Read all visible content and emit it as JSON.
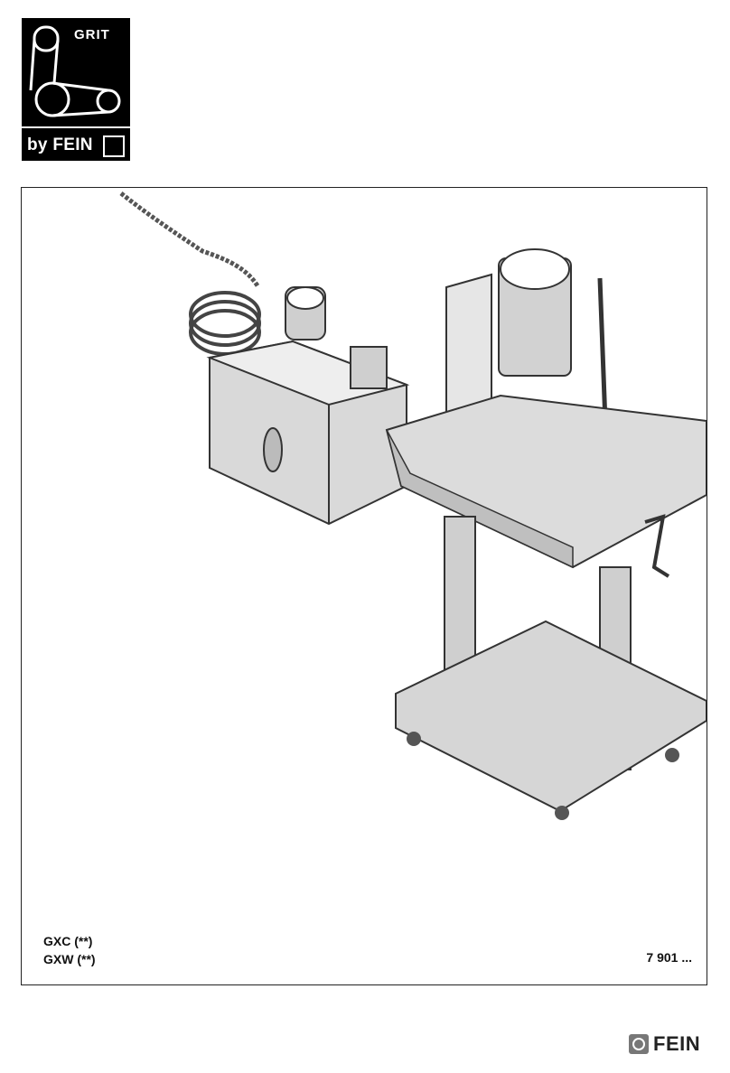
{
  "logo": {
    "product": "GRIT",
    "brand_line": "by FEIN"
  },
  "models": [
    "GXC (**)",
    "GXW (**)"
  ],
  "part_number": "7 901 ...",
  "footer": {
    "brand": "FEIN"
  }
}
